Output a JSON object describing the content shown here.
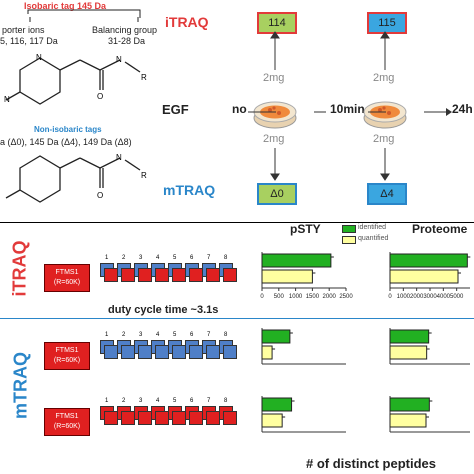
{
  "chem": {
    "isobaric_title": "Isobaric tag 145 Da",
    "reporter_label": "porter ions",
    "reporter_values": "5, 116, 117 Da",
    "balancing_label": "Balancing group",
    "balancing_values": "31-28 Da",
    "nonisobaric_title": "Non-isobaric tags",
    "nonisobaric_values": "a (Δ0), 145 Da (Δ4), 149 Da (Δ8)",
    "r_label": "R",
    "n_label": "N",
    "o_label": "O"
  },
  "workflow": {
    "itraq_label": "iTRAQ",
    "mtraq_label": "mTRAQ",
    "egf_label": "EGF",
    "time_no": "no",
    "time_10": "10min",
    "time_24": "24h",
    "amount_top_left": "2mg",
    "amount_bottom_left": "2mg",
    "amount_top_right": "2mg",
    "amount_bottom_right": "2mg",
    "box_114": "114",
    "box_115": "115",
    "box_d0": "Δ0",
    "box_d4": "Δ4"
  },
  "ms": {
    "side_itraq": "iTRAQ",
    "side_mtraq": "mTRAQ",
    "ftms_line1": "FTMS1",
    "ftms_line2": "(R=60K)",
    "duty_cycle": "duty cycle time ~3.1s",
    "cycle_numbers": [
      "1",
      "2",
      "3",
      "4",
      "5",
      "6",
      "7",
      "8"
    ]
  },
  "charts": {
    "pSTY_title": "pSTY",
    "proteome_title": "Proteome",
    "legend_identified": "identified",
    "legend_quantified": "quantified",
    "xlabel": "# of distinct peptides",
    "colors": {
      "identified": "#22b022",
      "quantified": "#ffffa0"
    }
  },
  "chart_data": [
    {
      "type": "bar",
      "title": "pSTY",
      "panel": "iTRAQ",
      "series": [
        {
          "name": "identified",
          "values": [
            2050
          ]
        },
        {
          "name": "quantified",
          "values": [
            1500
          ]
        }
      ],
      "xlim": [
        0,
        2500
      ],
      "ticks": [
        "0",
        "500",
        "1000",
        "1500",
        "2000",
        "2500"
      ]
    },
    {
      "type": "bar",
      "title": "Proteome",
      "panel": "iTRAQ",
      "series": [
        {
          "name": "identified",
          "values": [
            5800
          ]
        },
        {
          "name": "quantified",
          "values": [
            5100
          ]
        }
      ],
      "xlim": [
        0,
        6000
      ],
      "ticks": [
        "0",
        "1000",
        "2000",
        "3000",
        "4000",
        "5000"
      ]
    },
    {
      "type": "bar",
      "title": "pSTY",
      "panel": "mTRAQ-1",
      "series": [
        {
          "name": "identified",
          "values": [
            830
          ]
        },
        {
          "name": "quantified",
          "values": [
            300
          ]
        }
      ],
      "xlim": [
        0,
        2500
      ]
    },
    {
      "type": "bar",
      "title": "Proteome",
      "panel": "mTRAQ-1",
      "series": [
        {
          "name": "identified",
          "values": [
            2900
          ]
        },
        {
          "name": "quantified",
          "values": [
            2750
          ]
        }
      ],
      "xlim": [
        0,
        6000
      ]
    },
    {
      "type": "bar",
      "title": "pSTY",
      "panel": "mTRAQ-2",
      "series": [
        {
          "name": "identified",
          "values": [
            880
          ]
        },
        {
          "name": "quantified",
          "values": [
            600
          ]
        }
      ],
      "xlim": [
        0,
        2500
      ]
    },
    {
      "type": "bar",
      "title": "Proteome",
      "panel": "mTRAQ-2",
      "series": [
        {
          "name": "identified",
          "values": [
            2950
          ]
        },
        {
          "name": "quantified",
          "values": [
            2700
          ]
        }
      ],
      "xlim": [
        0,
        6000
      ]
    }
  ]
}
